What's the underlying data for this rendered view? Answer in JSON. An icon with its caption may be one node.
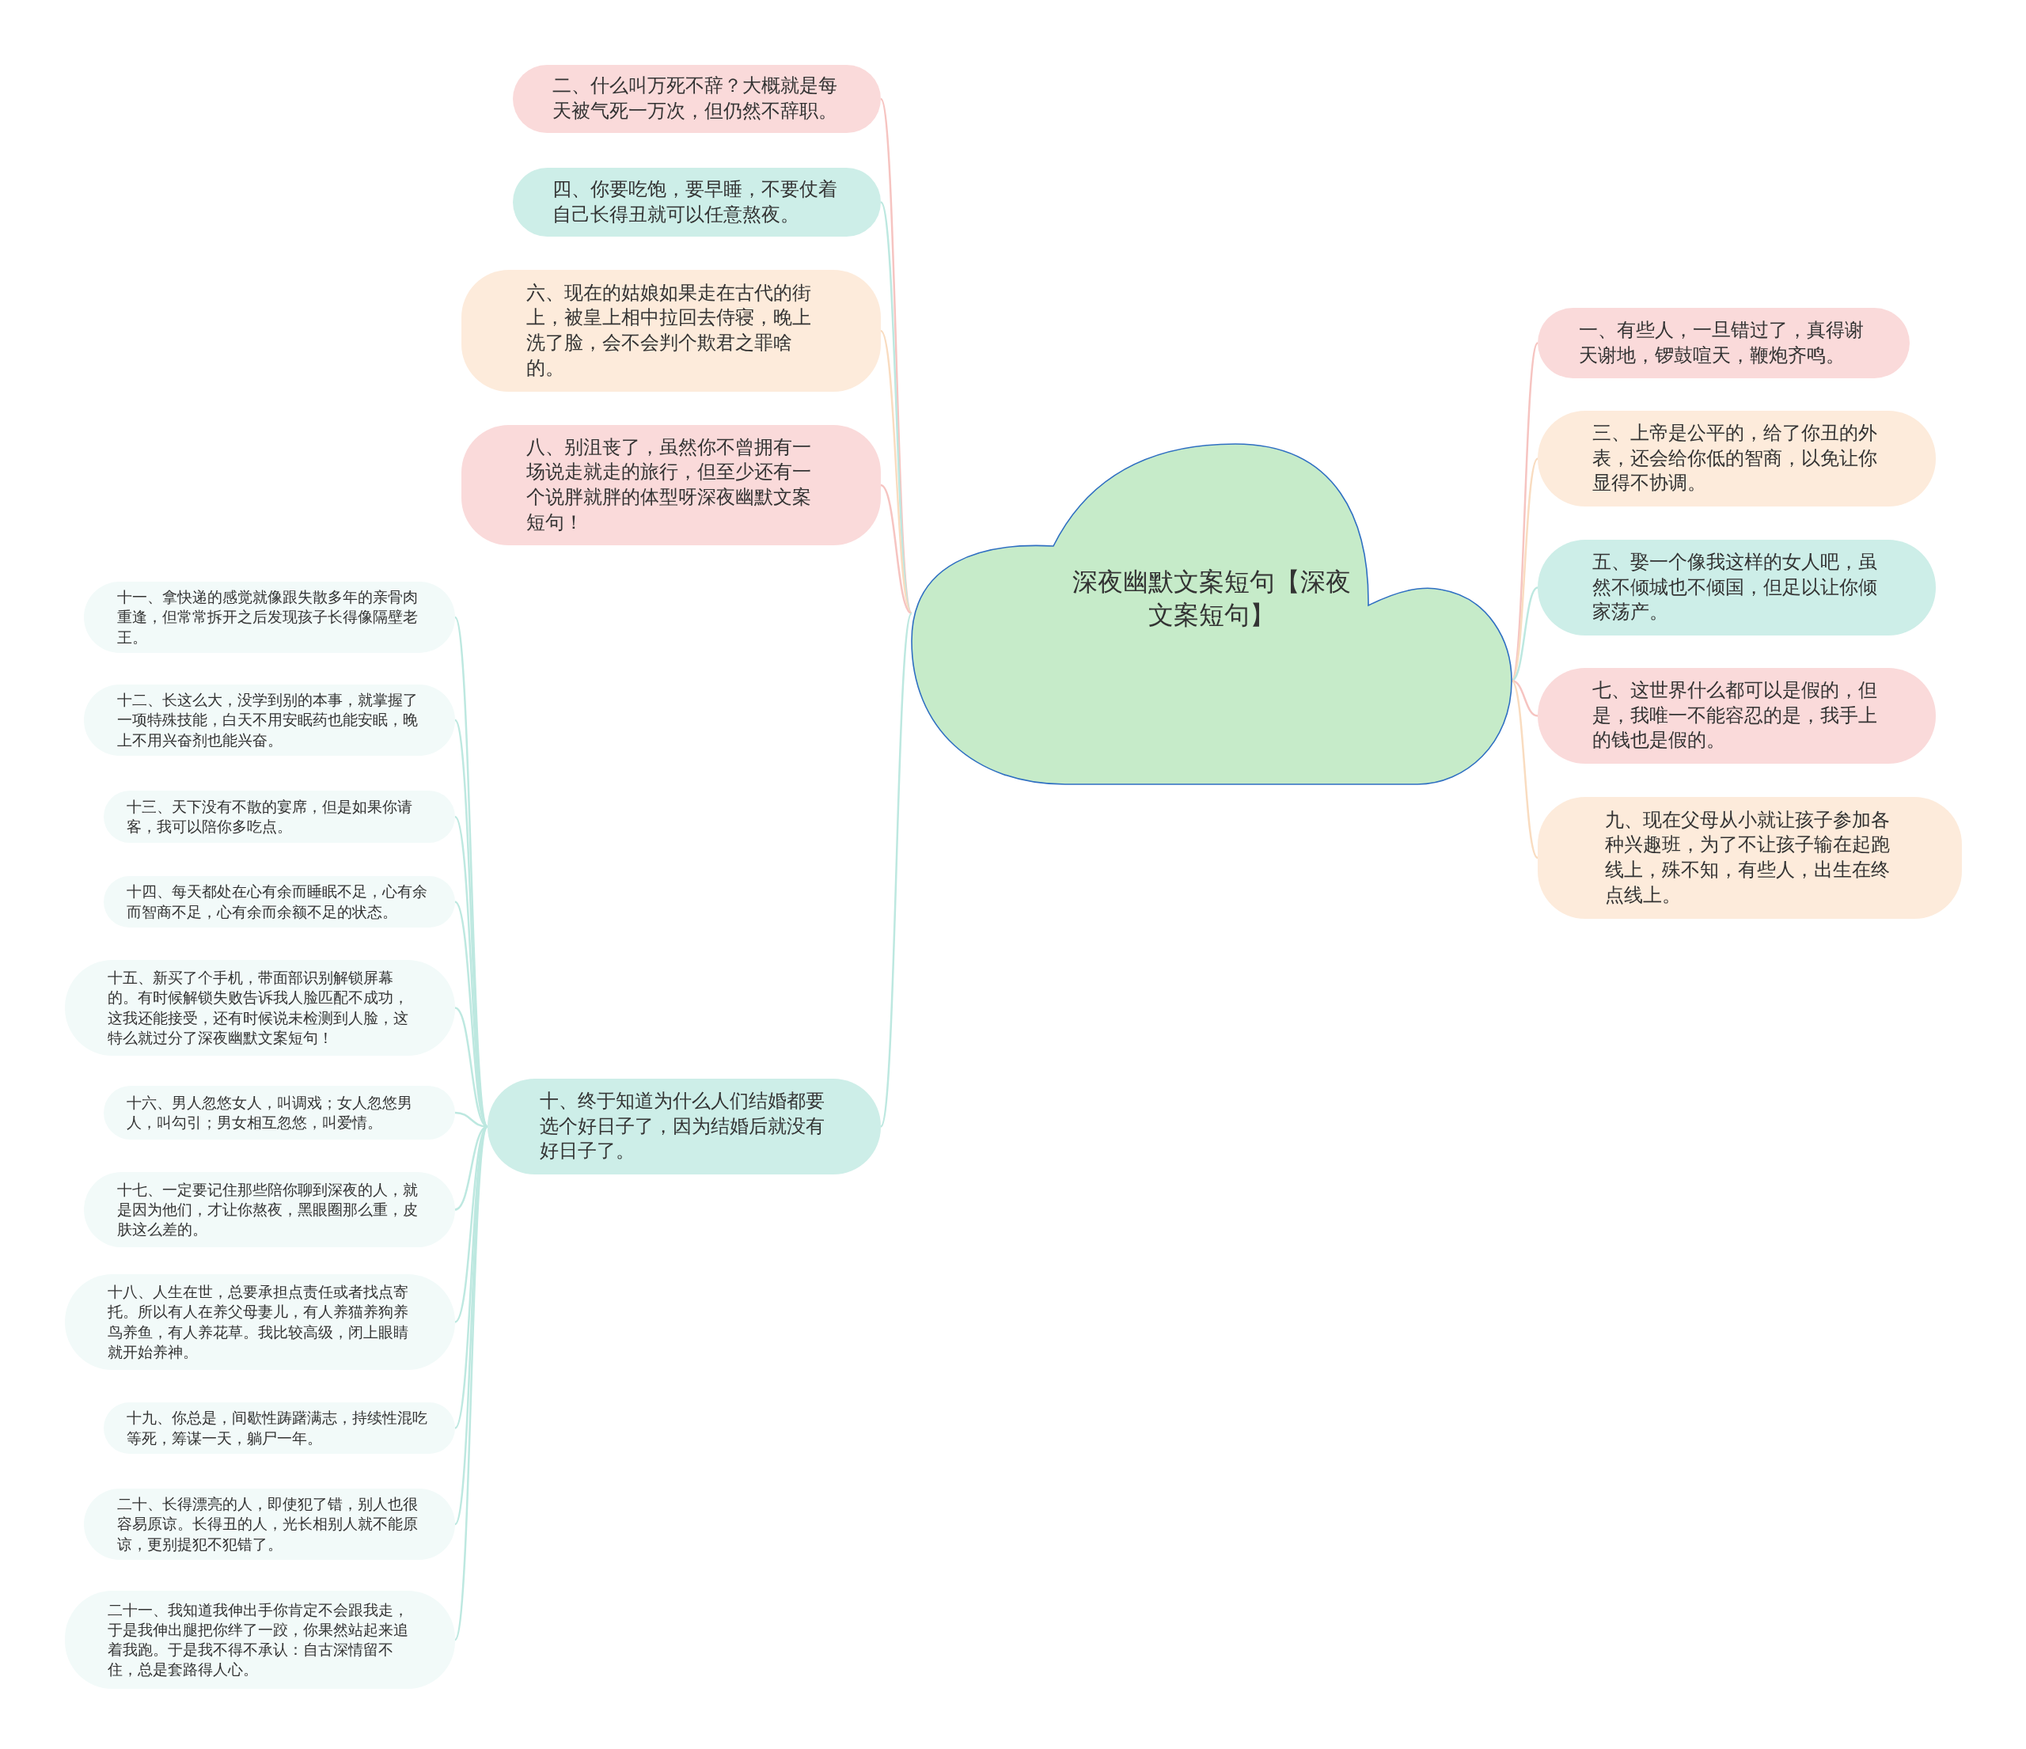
{
  "diagram": {
    "nodes": [
      {
        "text": [
          "深夜幽默文案短句【深夜文案短句】"
        ]
      },
      {
        "text": [
          "一、有些人，一旦错过了，真得谢天谢地，锣鼓喧天，鞭炮齐鸣。"
        ]
      },
      {
        "text": [
          "三、上帝是公平的，给了你丑的外表，还会给你低的智商，以免让你显得不协调。"
        ]
      },
      {
        "text": [
          "五、娶一个像我这样的女人吧，虽然不倾城也不倾国，但足以让你倾家荡产。"
        ]
      },
      {
        "text": [
          "七、这世界什么都可以是假的，但是，我唯一不能容忍的是，我手上的钱也是假的。"
        ]
      },
      {
        "text": [
          "九、现在父母从小就让孩子参加各种兴趣班，为了不让孩子输在起跑线上，殊不知，有些人，出生在终点线上。"
        ]
      },
      {
        "text": [
          "二、什么叫万死不辞？大概就是每天被气死一万次，但仍然不辞职。"
        ]
      },
      {
        "text": [
          "四、你要吃饱，要早睡，不要仗着自己长得丑就可以任意熬夜。"
        ]
      },
      {
        "text": [
          "六、现在的姑娘如果走在古代的街上，被皇上相中拉回去侍寝，晚上洗了脸，会不会判个欺君之罪啥的。"
        ]
      },
      {
        "text": [
          "八、别沮丧了，虽然你不曾拥有一场说走就走的旅行，但至少还有一个说胖就胖的体型呀深夜幽默文案短句！"
        ]
      },
      {
        "text": [
          "十、终于知道为什么人们结婚都要选个好日子了，因为结婚后就没有好日子了。"
        ]
      },
      {
        "text": [
          "十一、拿快递的感觉就像跟失散多年的亲骨肉重逢，但常常拆开之后发现孩子长得像隔壁老王。"
        ]
      },
      {
        "text": [
          "十二、长这么大，没学到别的本事，就掌握了一项特殊技能，白天不用安眠药也能安眠，晚上不用兴奋剂也能兴奋。"
        ]
      },
      {
        "text": [
          "十三、天下没有不散的宴席，但是如果你请客，我可以陪你多吃点。"
        ]
      },
      {
        "text": [
          "十四、每天都处在心有余而睡眠不足，心有余而智商不足，心有余而余额不足的状态。"
        ]
      },
      {
        "text": [
          "十五、新买了个手机，带面部识别解锁屏幕的。有时候解锁失败告诉我人脸匹配不成功，这我还能接受，还有时候说未检测到人脸，这特么就过分了深夜幽默文案短句！"
        ]
      },
      {
        "text": [
          "十六、男人忽悠女人，叫调戏；女人忽悠男人，叫勾引；男女相互忽悠，叫爱情。"
        ]
      },
      {
        "text": [
          "十七、一定要记住那些陪你聊到深夜的人，就是因为他们，才让你熬夜，黑眼圈那么重，皮肤这么差的。"
        ]
      },
      {
        "text": [
          "十八、人生在世，总要承担点责任或者找点寄托。所以有人在养父母妻儿，有人养猫养狗养鸟养鱼，有人养花草。我比较高级，闭上眼睛就开始养神。"
        ]
      },
      {
        "text": [
          "十九、你总是，间歇性踌躇满志，持续性混吃等死，筹谋一天，躺尸一年。"
        ]
      },
      {
        "text": [
          "二十、长得漂亮的人，即使犯了错，别人也很容易原谅。长得丑的人，光长相别人就不能原谅，更别提犯不犯错了。"
        ]
      },
      {
        "text": [
          "二十一、我知道我伸出手你肯定不会跟我走，于是我伸出腿把你绊了一跤，你果然站起来追着我跑。于是我不得不承认：自古深情留不住，总是套路得人心。"
        ]
      }
    ],
    "edges": [
      {
        "from": 0,
        "to": 1,
        "arrow": "none",
        "color": "#f6c4c1"
      },
      {
        "from": 0,
        "to": 2,
        "arrow": "none",
        "color": "#f9dcc0"
      },
      {
        "from": 0,
        "to": 3,
        "arrow": "none"
      },
      {
        "from": 0,
        "to": 4,
        "arrow": "none",
        "color": "#f6c4c1"
      },
      {
        "from": 0,
        "to": 5,
        "arrow": "none",
        "color": "#f9dcc0"
      },
      {
        "from": 0,
        "to": 6,
        "arrow": "none",
        "color": "#f6c4c1"
      },
      {
        "from": 0,
        "to": 7,
        "arrow": "none"
      },
      {
        "from": 0,
        "to": 8,
        "arrow": "none",
        "color": "#f9dcc0"
      },
      {
        "from": 0,
        "to": 9,
        "arrow": "none",
        "color": "#f6c4c1"
      },
      {
        "from": 0,
        "to": 10,
        "arrow": "none"
      },
      {
        "from": 10,
        "to": 11,
        "arrow": "none"
      },
      {
        "from": 10,
        "to": 12,
        "arrow": "none"
      },
      {
        "from": 10,
        "to": 13,
        "arrow": "none"
      },
      {
        "from": 10,
        "to": 14,
        "arrow": "none"
      },
      {
        "from": 10,
        "to": 15,
        "arrow": "none"
      },
      {
        "from": 10,
        "to": 16,
        "arrow": "none"
      },
      {
        "from": 10,
        "to": 17,
        "arrow": "none"
      },
      {
        "from": 10,
        "to": 18,
        "arrow": "none"
      },
      {
        "from": 10,
        "to": 19,
        "arrow": "none"
      },
      {
        "from": 10,
        "to": 20,
        "arrow": "none"
      },
      {
        "from": 10,
        "to": 21,
        "arrow": "none"
      }
    ]
  }
}
